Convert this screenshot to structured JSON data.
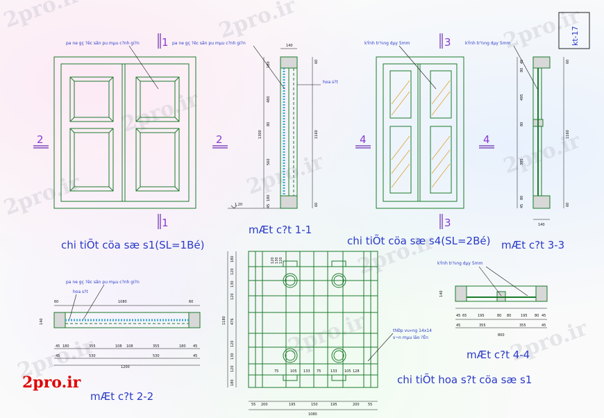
{
  "sheet": {
    "code": "kt-17",
    "logo": "2pro.ir",
    "watermark": "2pro.ir"
  },
  "labels": {
    "note_panel_1": "pa ne gç ?ěc săn pu mµu c?nh gi?n",
    "note_panel_2": "pa ne gç ?ěc săn pu mµu c?nh gi?n",
    "note_panel_3": "pa ne gç ?ěc săn pu mµu c?nh gi?n",
    "hoa_sat_1": "hoa s?t",
    "hoa_sat_2": "hoa s?t",
    "glass_1": "kÝnh tr¾ng dµy 5mm",
    "glass_2": "kÝnh tr¾ng dµy 5mm",
    "glass_3": "kÝnh tr¾ng dµy 5mm",
    "steel_1": "thĐp vu«ng 14x14",
    "steel_2": "s¬n mµu lăo ?Ěn",
    "level": "1.20"
  },
  "titles": {
    "s1": "chi tiÕt cöa sæ s1(SL=1Bé)",
    "s4": "chi tiÕt cöa sæ s4(SL=2Bé)",
    "cut_1_1": "mÆt c?t 1-1",
    "cut_2_2": "mÆt c?t 2-2",
    "cut_3_3": "mÆt c?t 3-3",
    "cut_4_4": "mÆt c?t 4-4",
    "grille": "chi tiÕt hoa s?t cöa sæ s1"
  },
  "section_marks": {
    "m1_top": "1",
    "m1_bottom": "1",
    "m2_left": "2",
    "m2_right": "2",
    "m3_top": "3",
    "m3_bottom": "3",
    "m4_left": "4",
    "m4_right": "4"
  },
  "dims": {
    "c11_top": "140",
    "c11_left": [
      "180",
      "480",
      "80",
      "1300",
      "560",
      "180",
      "45"
    ],
    "c11_right": [
      "60",
      "1160",
      "60"
    ],
    "c33_left": [
      "45",
      "80",
      "495",
      "80",
      "395",
      "80",
      "45"
    ],
    "c33_right": [
      "60",
      "1160",
      "60"
    ],
    "c33_bottom": "140",
    "c22_row1": [
      "60",
      "1080",
      "60"
    ],
    "c22_row2": [
      "45",
      "180",
      "355",
      "108",
      "108",
      "355",
      "180",
      "45"
    ],
    "c22_row3": [
      "45",
      "530",
      "530",
      "45"
    ],
    "c22_total": "1200",
    "c22_side": "140",
    "c44_row1": [
      "45",
      "65",
      "195",
      "80",
      "80",
      "195",
      "80",
      "45"
    ],
    "c44_row2": [
      "45",
      "355",
      "355",
      "45"
    ],
    "c44_total": "800",
    "c44_side": "140",
    "grille_left": [
      "180",
      "120",
      "130",
      "120",
      "476",
      "1180",
      "120",
      "130",
      "120",
      "180"
    ],
    "grille_bottom": [
      "75",
      "105",
      "133",
      "75",
      "133",
      "105",
      "128"
    ],
    "grille_bottom2": [
      "55",
      "200",
      "195",
      "150",
      "195",
      "200",
      "55"
    ],
    "grille_total": "1080"
  }
}
